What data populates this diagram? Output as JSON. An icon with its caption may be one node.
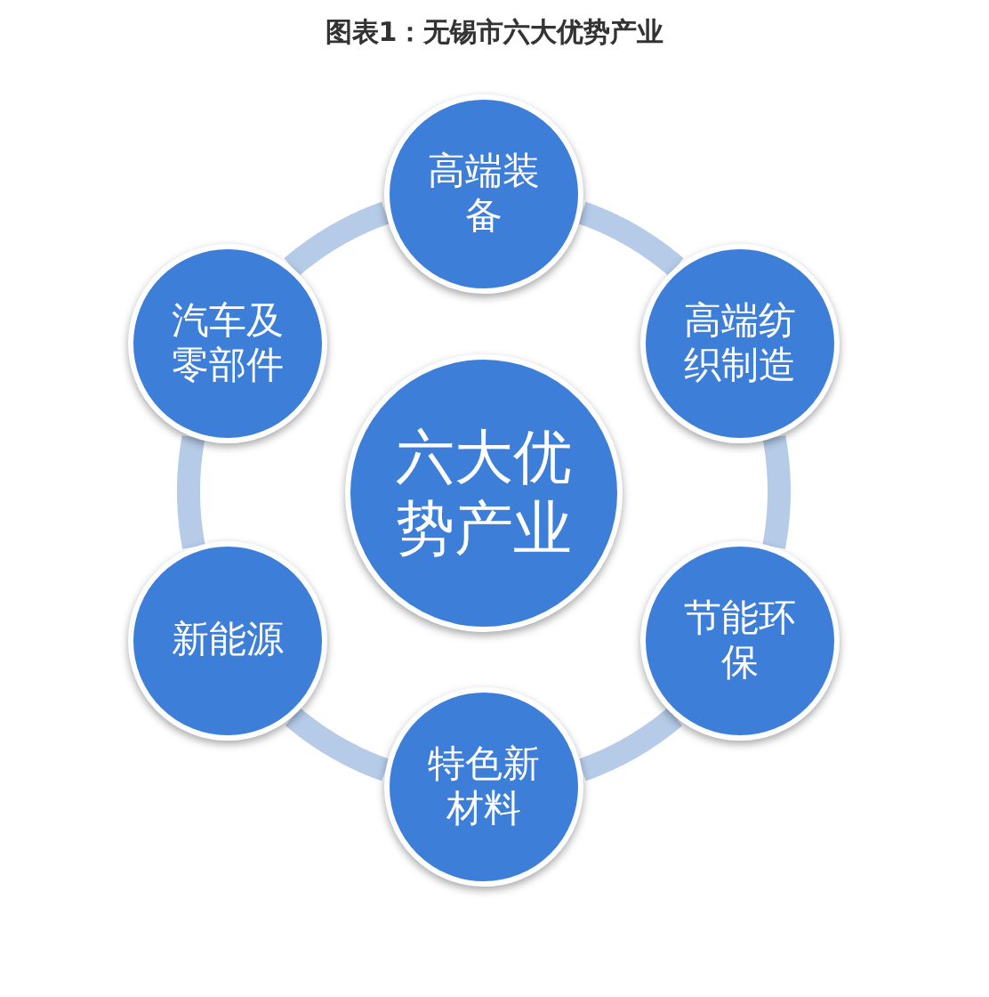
{
  "diagram": {
    "title": "图表1：无锡市六大优势产业",
    "nodes": [
      {
        "text": [
          "六大优势产业"
        ]
      },
      {
        "text": [
          "高端装备"
        ]
      },
      {
        "text": [
          "高端纺织制造"
        ]
      },
      {
        "text": [
          "节能环保"
        ]
      },
      {
        "text": [
          "特色新材料"
        ]
      },
      {
        "text": [
          "新能源"
        ]
      },
      {
        "text": [
          "汽车及零部件"
        ]
      }
    ],
    "edges": [
      {
        "from": 1,
        "to": 2,
        "arrow": "none"
      },
      {
        "from": 2,
        "to": 3,
        "arrow": "none"
      },
      {
        "from": 3,
        "to": 4,
        "arrow": "none"
      },
      {
        "from": 4,
        "to": 5,
        "arrow": "none"
      },
      {
        "from": 5,
        "to": 6,
        "arrow": "none"
      },
      {
        "from": 6,
        "to": 1,
        "arrow": "none"
      }
    ]
  }
}
